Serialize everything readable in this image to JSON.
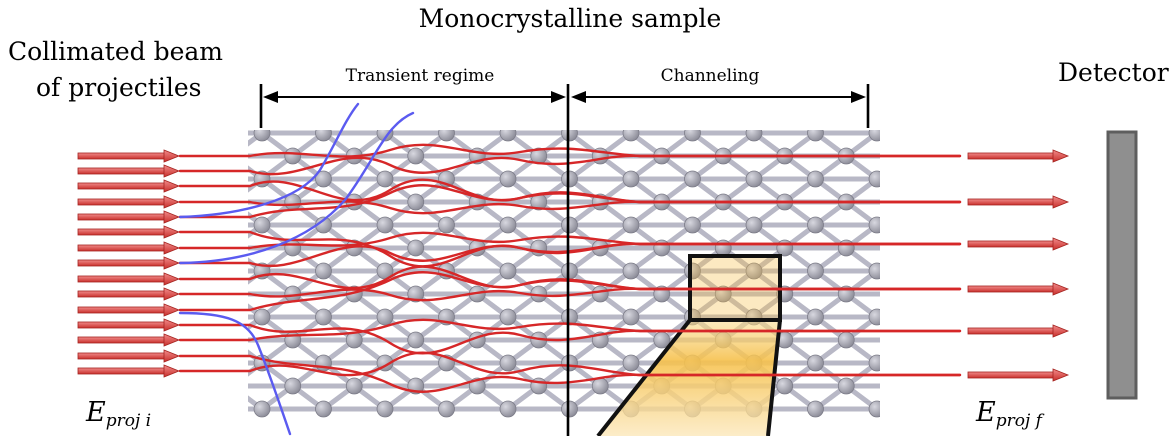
{
  "title": "Monocrystalline sample",
  "beam_label": [
    "Collimated beam",
    "of projectiles"
  ],
  "detector_label": "Detector",
  "regions": {
    "transient": "Transient regime",
    "channeling": "Channeling"
  },
  "energy_initial": {
    "symbol": "E",
    "subscript": "proj i"
  },
  "energy_final": {
    "symbol": "E",
    "subscript": "proj f"
  },
  "colors": {
    "beam_red": "#d62728",
    "arrow_fill": "#e55a5a",
    "deflected_blue": "#5b5bf0",
    "atom": "#9c9ca8",
    "bond": "#b8b8c6",
    "zoom_fill": "#f6c14c",
    "detector": "#8f8f8f"
  }
}
